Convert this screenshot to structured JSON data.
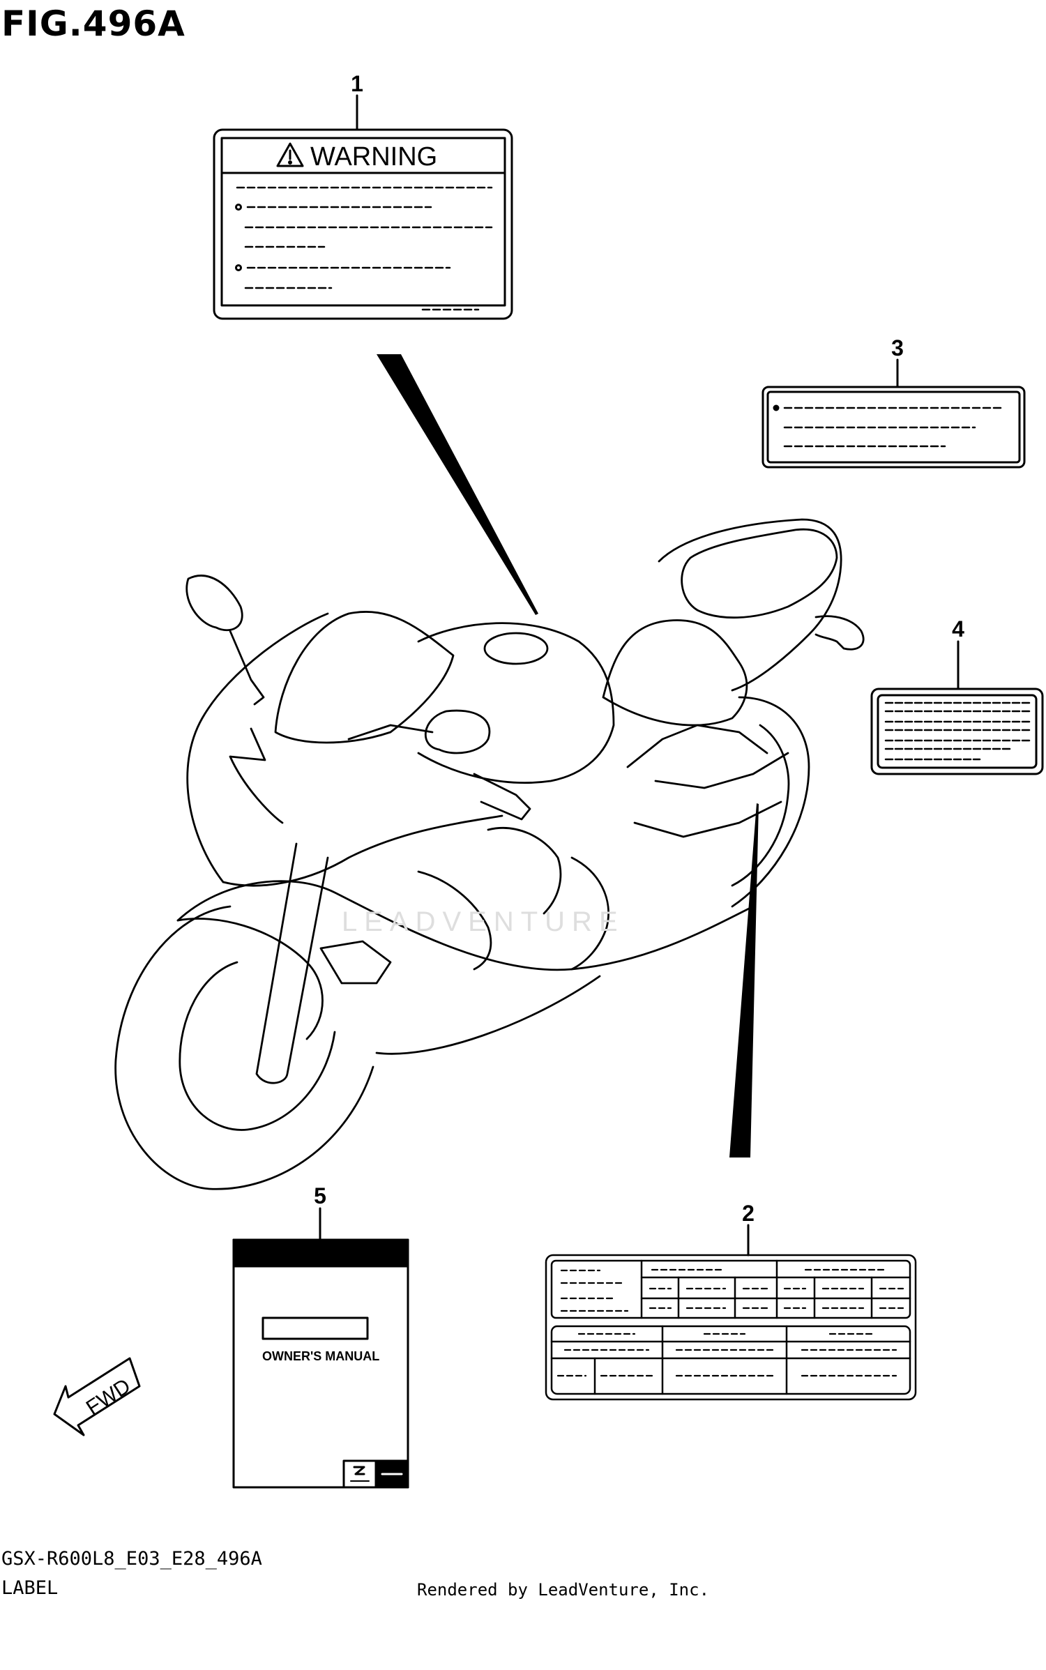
{
  "figure": {
    "title": "FIG.496A",
    "part_code": "GSX-R600L8_E03_E28_496A",
    "section": "LABEL",
    "credit": "Rendered by LeadVenture, Inc.",
    "watermark": "LEADVENTURE"
  },
  "callouts": [
    {
      "number": "1"
    },
    {
      "number": "2"
    },
    {
      "number": "3"
    },
    {
      "number": "4"
    },
    {
      "number": "5"
    }
  ],
  "labels": {
    "warning_title": "WARNING",
    "manual_title": "OWNER'S MANUAL",
    "direction_arrow": "FWD"
  }
}
